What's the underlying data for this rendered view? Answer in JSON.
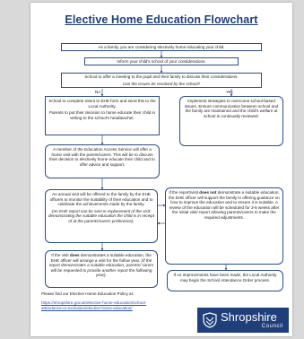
{
  "title": "Elective Home Education Flowchart",
  "steps": {
    "s1": "As a family, you are considering electively home educating your child.",
    "s2": "Inform your child's school of your considerations.",
    "s3": "School to offer a meeting to the pupil and their family to discuss their considerations.",
    "s3b": "Can the issues be resolved by the school?",
    "no_label": "No",
    "yes_label": "Yes",
    "s4a": "School to complete Intent to EHE form and send this to the Local Authority.",
    "s4b": "Parents to put their decision to home educate their child in writing to the school's headteacher.",
    "s5": "Implement strategies to overcome school-based issues. Ensure communication between school and the family are maintained and the child's welfare at school is continually reviewed.",
    "s6": "A member of the Education Access Service will offer a home visit with the parent/carers. This will be to discuss their decision to electively home educate their child and to offer advice and support.",
    "s7a": "An annual visit will be offered to the family by the EHE officers to monitor the suitability of their education and to celebrate the achievements made by the family.",
    "s7b": "(An EHE report can be sent in replacement of the visit: demonstrating the suitable education the child is in receipt of at the parents/carers preference).",
    "s8_pre": "If the report/visit ",
    "s8_bold": "does not",
    "s8_post": " demonstrate a suitable education, the EHE officer will support the family in offering guidance on how to improve the education and to ensure it is suitable. A review of the education will be scheduled for 3-6 weeks after the initial visit/ report allowing parents/carers to make the required adjustments.",
    "s9_pre": "If the visit ",
    "s9_bold": "does",
    "s9_mid": " demonstrates a suitable education, the EHE officer will arrange a visit for the follow year.",
    "s9_em": "(If the report demonstrates a suitable education, parents/ carers will be requested to provide another report the following year).",
    "s10": "If no improvements have been made, the Local Authority may begin the School Attendance Order process."
  },
  "footnote": {
    "text": "Please find our Elective Home Education Policy at:",
    "link": "https://shropshire.gov.uk/elective-home-education/school-attendance-or-exclusion/elective-home-education/"
  },
  "logo": {
    "name": "Shropshire",
    "sub": "Council"
  },
  "colors": {
    "accent": "#1f3f7a",
    "border": "#2d4d8c",
    "background": "#d9d9d9"
  }
}
